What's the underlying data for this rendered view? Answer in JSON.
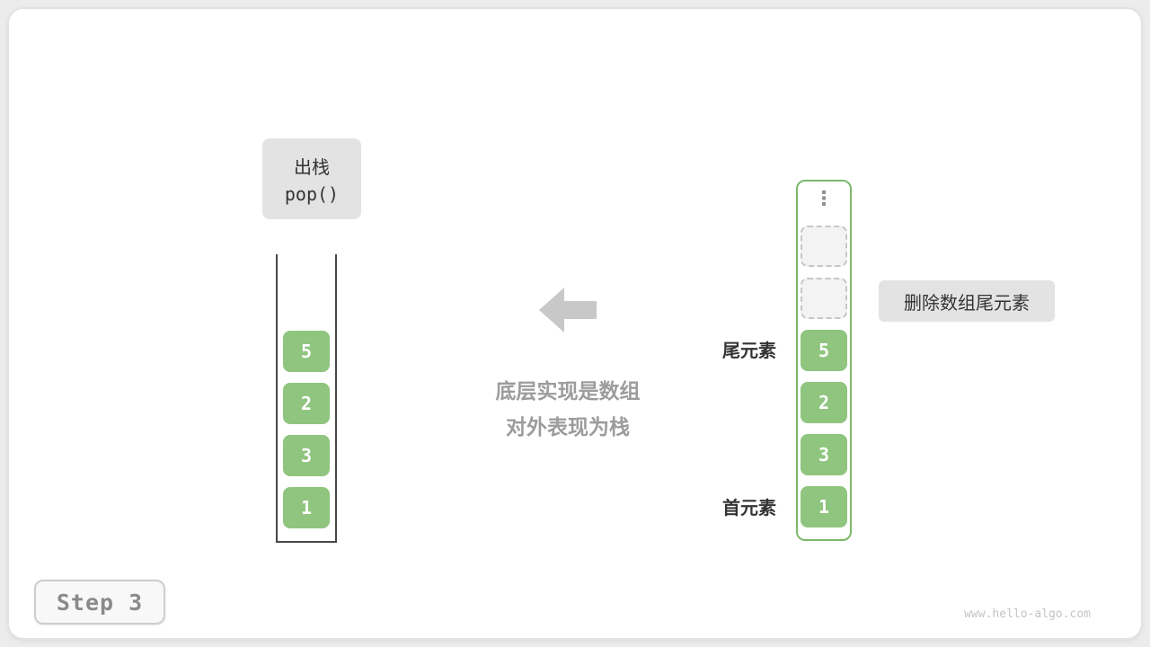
{
  "page": {
    "step_label": "Step 3",
    "watermark": "www.hello-algo.com"
  },
  "operation": {
    "title": "出栈",
    "code": "pop()"
  },
  "stack": {
    "values": [
      "5",
      "2",
      "3",
      "1"
    ]
  },
  "caption": {
    "line1": "底层实现是数组",
    "line2": "对外表现为栈"
  },
  "array": {
    "ellipsis": "⋮",
    "empty_slot_count": 2,
    "values": [
      "5",
      "2",
      "3",
      "1"
    ],
    "tail_label": "尾元素",
    "head_label": "首元素",
    "annotation": "删除数组尾元素"
  },
  "colors": {
    "cell_green": "#8FC57E",
    "container_green_border": "#7BB96A",
    "label_box_gray": "#E3E3E3",
    "arrow_gray": "#C8C8C8",
    "caption_gray": "#9C9C9C",
    "dark_text": "#333333",
    "watermark_gray": "#C4C4C4"
  }
}
